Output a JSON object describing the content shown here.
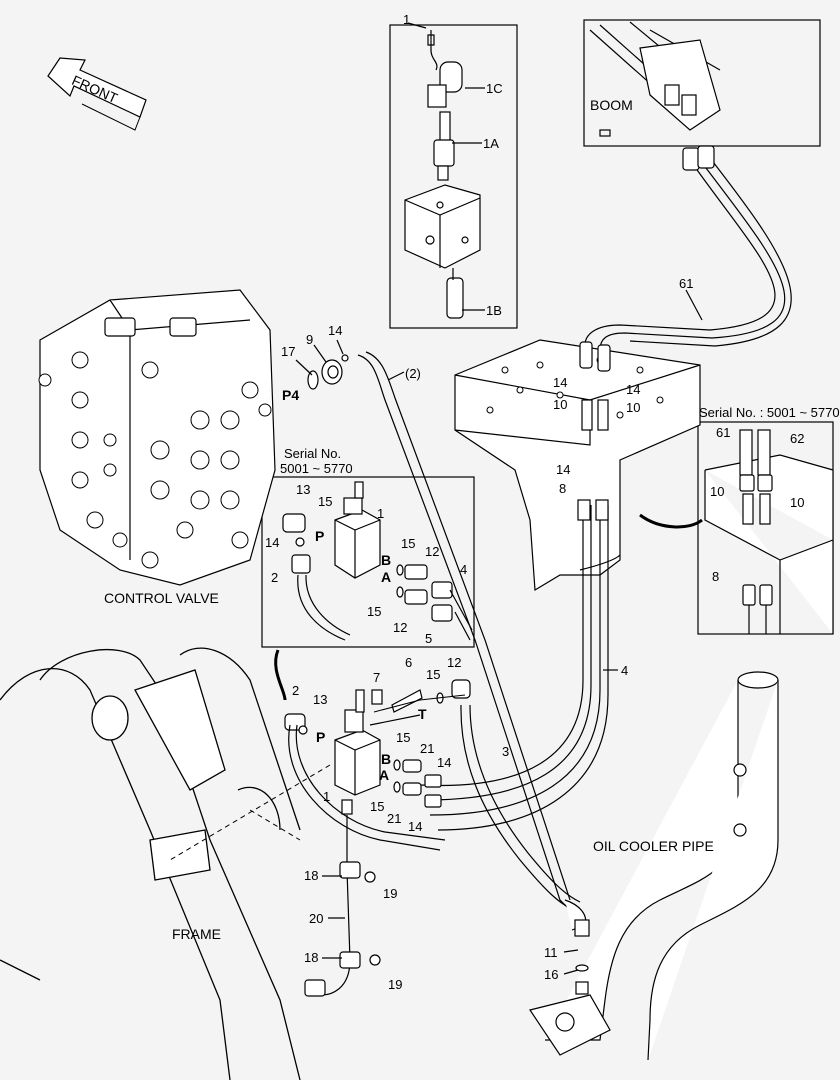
{
  "labels": {
    "front": "FRONT",
    "boom": "BOOM",
    "control_valve": "CONTROL VALVE",
    "frame": "FRAME",
    "oil_cooler_pipe": "OIL COOLER PIPE",
    "serial_left_line1": "Serial No.",
    "serial_left_line2": "5001 ~ 5770",
    "serial_right": "Serial No. : 5001 ~ 5770",
    "port_p4": "P4",
    "port_p": "P",
    "port_p_inset": "P",
    "port_b": "B",
    "port_b_inset": "B",
    "port_a": "A",
    "port_a_inset": "A",
    "port_t": "T",
    "hose_2_ref": "(2)"
  },
  "part_numbers": {
    "p1": "1",
    "p1c": "1C",
    "p1a": "1A",
    "p1b": "1B",
    "p61": "61",
    "p14a": "14",
    "p14b": "14",
    "p10a": "10",
    "p10b": "10",
    "p14c": "14",
    "p8": "8",
    "r61": "61",
    "r62": "62",
    "r10a": "10",
    "r10b": "10",
    "r8": "8",
    "p17": "17",
    "p9": "9",
    "p14d": "14",
    "p4top": "P4",
    "i13": "13",
    "i15a": "15",
    "i1": "1",
    "i14": "14",
    "i15b": "15",
    "i12a": "12",
    "i2": "2",
    "i15c": "15",
    "i12b": "12",
    "i4": "4",
    "i5": "5",
    "m7": "7",
    "m6": "6",
    "m15a": "15",
    "m12": "12",
    "m2": "2",
    "m13": "13",
    "m15b": "15",
    "m21a": "21",
    "m14a": "14",
    "m1": "1",
    "m15c": "15",
    "m21b": "21",
    "m14b": "14",
    "m3": "3",
    "m4": "4",
    "m18a": "18",
    "m19a": "19",
    "m20": "20",
    "m18b": "18",
    "m19b": "19",
    "m11": "11",
    "m16": "16"
  }
}
